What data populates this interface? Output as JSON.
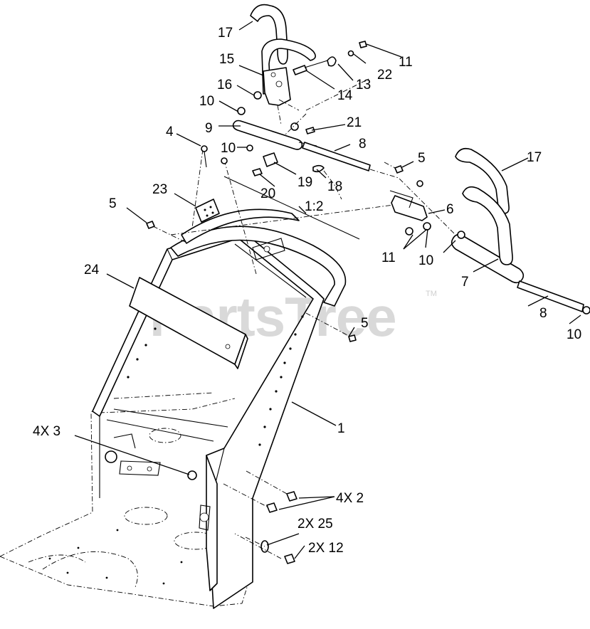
{
  "watermark": {
    "text": "PartsTree",
    "mark": "TM"
  },
  "callouts": {
    "c1": "1",
    "c4x2": "4X 2",
    "c4x3": "4X 3",
    "c4": "4",
    "c5a": "5",
    "c5b": "5",
    "c5c": "5",
    "c6": "6",
    "c7": "7",
    "c8a": "8",
    "c8b": "8",
    "c9": "9",
    "c10a": "10",
    "c10b": "10",
    "c10c": "10",
    "c10d": "10",
    "c11a": "11",
    "c11b": "11",
    "c2x12": "2X 12",
    "c13": "13",
    "c14": "14",
    "c15": "15",
    "c16": "16",
    "c17a": "17",
    "c17b": "17",
    "c18": "18",
    "c19": "19",
    "c20": "20",
    "c21": "21",
    "c22": "22",
    "c23": "23",
    "c24": "24",
    "c2x25": "2X 25",
    "scale": "1:2"
  }
}
